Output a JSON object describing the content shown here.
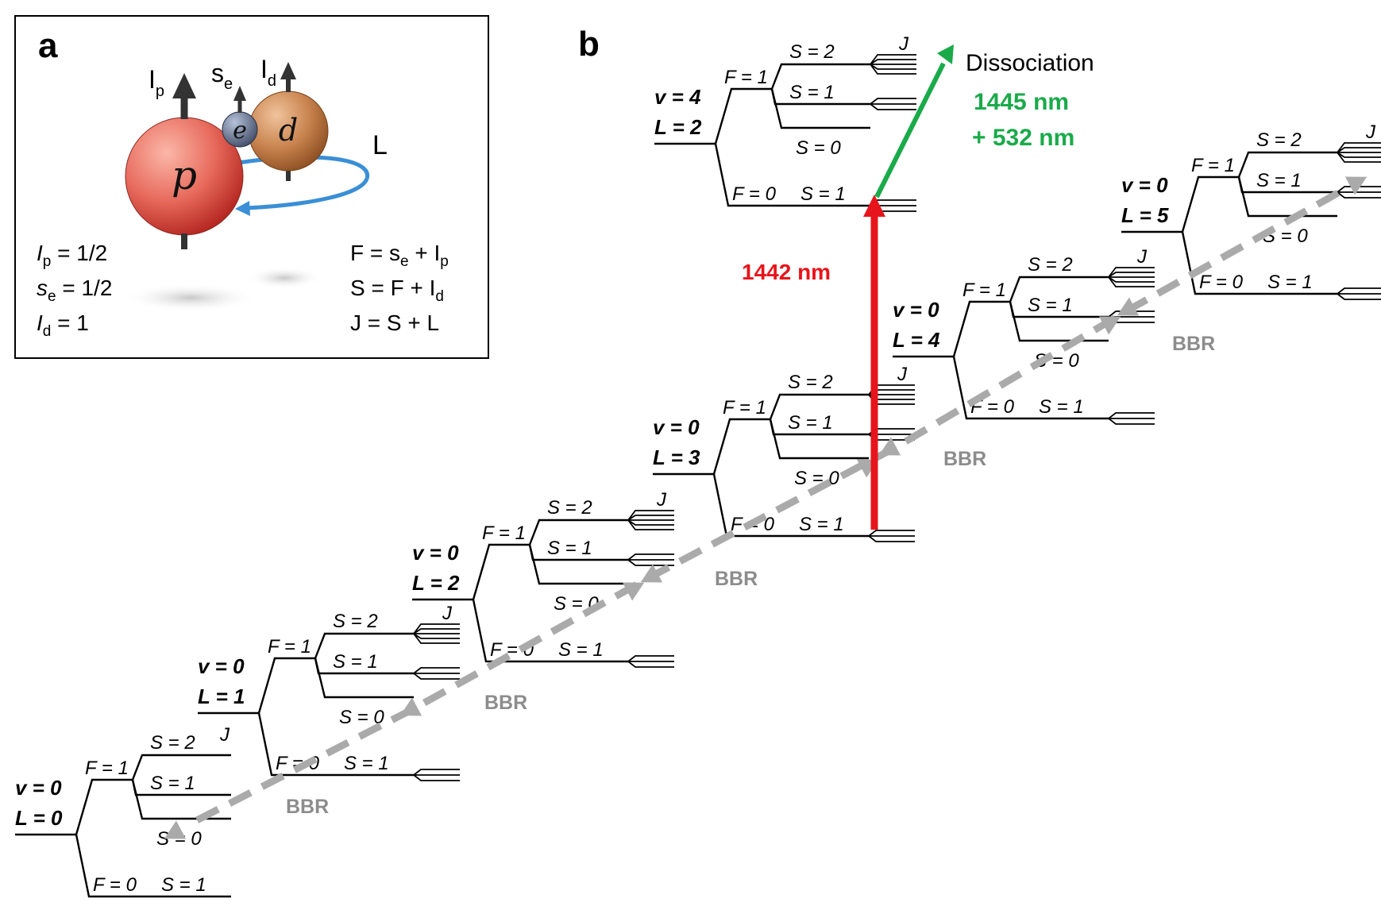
{
  "panel_a": {
    "letter": "a",
    "particles": {
      "proton": "p",
      "deuteron": "d",
      "electron": "e"
    },
    "spin_labels": {
      "Ip_base": "I",
      "Ip_sub": "p",
      "se_base": "s",
      "se_sub": "e",
      "Id_base": "I",
      "Id_sub": "d",
      "L": "L"
    },
    "left_equations": [
      {
        "base": "I",
        "sub": "p",
        "rhs": "= 1/2"
      },
      {
        "base": "s",
        "sub": "e",
        "rhs": "= 1/2"
      },
      {
        "base": "I",
        "sub": "d",
        "rhs": "= 1"
      }
    ],
    "right_equations": [
      {
        "lhs": "F = s",
        "sub1": "e",
        "mid": " + I",
        "sub2": "p"
      },
      {
        "lhs": "S = F + I",
        "sub1": "d",
        "mid": "",
        "sub2": ""
      },
      {
        "lhs": "J = S + L",
        "sub1": "",
        "mid": "",
        "sub2": ""
      }
    ],
    "colors": {
      "proton": "#e0574f",
      "deuteron": "#c07a44",
      "electron": "#5a6a88",
      "orbit": "#3a8fd6"
    }
  },
  "panel_b": {
    "letter": "b",
    "levels": [
      {
        "v": "v = 0",
        "L": "L = 0",
        "F1": "F = 1",
        "F0": "F = 0",
        "S2": "S = 2",
        "S1a": "S = 1",
        "S0": "S = 0",
        "S1b": "S = 1",
        "J": "J"
      },
      {
        "v": "v = 0",
        "L": "L = 1",
        "F1": "F = 1",
        "F0": "F = 0",
        "S2": "S = 2",
        "S1a": "S = 1",
        "S0": "S = 0",
        "S1b": "S = 1",
        "J": "J"
      },
      {
        "v": "v = 0",
        "L": "L = 2",
        "F1": "F = 1",
        "F0": "F = 0",
        "S2": "S = 2",
        "S1a": "S = 1",
        "S0": "S = 0",
        "S1b": "S = 1",
        "J": "J"
      },
      {
        "v": "v = 0",
        "L": "L = 3",
        "F1": "F = 1",
        "F0": "F = 0",
        "S2": "S = 2",
        "S1a": "S = 1",
        "S0": "S = 0",
        "S1b": "S = 1",
        "J": "J"
      },
      {
        "v": "v = 0",
        "L": "L = 4",
        "F1": "F = 1",
        "F0": "F = 0",
        "S2": "S = 2",
        "S1a": "S = 1",
        "S0": "S = 0",
        "S1b": "S = 1",
        "J": "J"
      },
      {
        "v": "v = 0",
        "L": "L = 5",
        "F1": "F = 1",
        "F0": "F = 0",
        "S2": "S = 2",
        "S1a": "S = 1",
        "S0": "S = 0",
        "S1b": "S = 1",
        "J": "J"
      },
      {
        "v": "v = 4",
        "L": "L = 2",
        "F1": "F = 1",
        "F0": "F = 0",
        "S2": "S = 2",
        "S1a": "S = 1",
        "S0": "S = 0",
        "S1b": "S = 1",
        "J": "J"
      }
    ],
    "bbr_label": "BBR",
    "excitation_label": "1442 nm",
    "dissociation_label": "Dissociation",
    "dissociation_wavelength_1": "1445 nm",
    "dissociation_wavelength_2": "+ 532 nm",
    "colors": {
      "excitation": "#e8141b",
      "dissociation": "#1aaa4a",
      "bbr": "#aaaaaa",
      "bbr_text": "#8c8c8c"
    }
  }
}
